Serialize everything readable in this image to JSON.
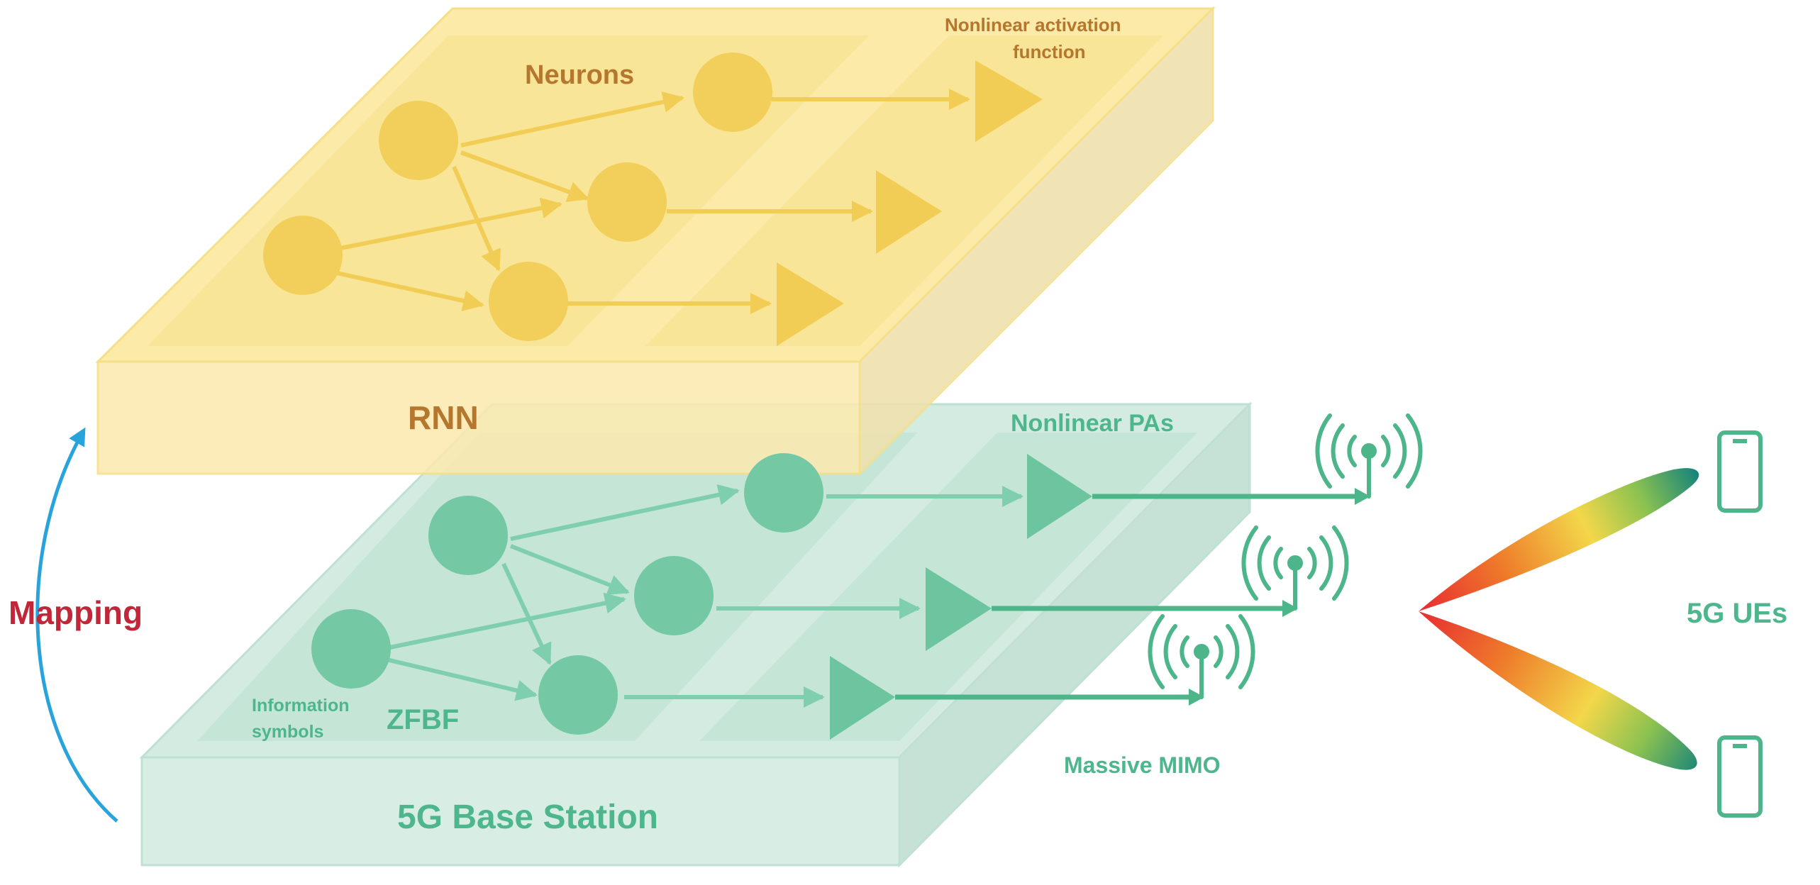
{
  "labels": {
    "mapping": "Mapping",
    "rnn": "RNN",
    "neurons": "Neurons",
    "activation_line1": "Nonlinear activation",
    "activation_line2": "function",
    "base_station": "5G Base Station",
    "nonlinear_pas": "Nonlinear PAs",
    "info_line1": "Information",
    "info_line2": "symbols",
    "zfbf": "ZFBF",
    "massive_mimo": "Massive MIMO",
    "ues": "5G UEs"
  },
  "colors": {
    "rnn_fill": "#f9e7a0",
    "rnn_node": "#f2cf5a",
    "rnn_text": "#b5762d",
    "bs_fill": "#cfe9df",
    "bs_node": "#74c8a4",
    "bs_text": "#4db68c",
    "mapping_text": "#c0283a",
    "mapping_arrow": "#29a3dc",
    "antenna": "#4cb58a",
    "phone": "#4cb58a"
  },
  "icons": {
    "antenna": "antenna-icon",
    "phone": "phone-icon",
    "beam": "beam-pattern"
  }
}
